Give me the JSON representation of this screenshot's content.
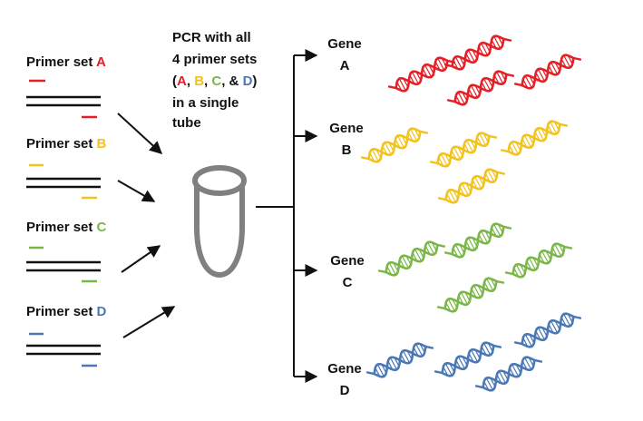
{
  "colors": {
    "A": "#e41f26",
    "B": "#f2c21d",
    "C": "#7ab648",
    "D": "#4a78b5",
    "ink": "#111111",
    "tube": "#808080"
  },
  "primer_sets": [
    {
      "prefix": "Primer set ",
      "letter": "A",
      "color_key": "A"
    },
    {
      "prefix": "Primer set ",
      "letter": "B",
      "color_key": "B"
    },
    {
      "prefix": "Primer set ",
      "letter": "C",
      "color_key": "C"
    },
    {
      "prefix": "Primer set ",
      "letter": "D",
      "color_key": "D"
    }
  ],
  "pcr_text": {
    "line1": "PCR with all",
    "line2": "4 primer sets",
    "open": "(",
    "A": "A",
    "sep1": ", ",
    "B": "B",
    "sep2": ", ",
    "C": "C",
    "sep3": ", & ",
    "D": "D",
    "close": ")",
    "line4": "in a single",
    "line5": "tube"
  },
  "genes": [
    {
      "word": "Gene",
      "letter": "A",
      "color_key": "A"
    },
    {
      "word": "Gene",
      "letter": "B",
      "color_key": "B"
    },
    {
      "word": "Gene",
      "letter": "C",
      "color_key": "C"
    },
    {
      "word": "Gene",
      "letter": "D",
      "color_key": "D"
    }
  ],
  "icons": {
    "tube": "pcr-tube-icon",
    "dna": "dna-helix-icon",
    "arrow": "arrow-icon"
  }
}
